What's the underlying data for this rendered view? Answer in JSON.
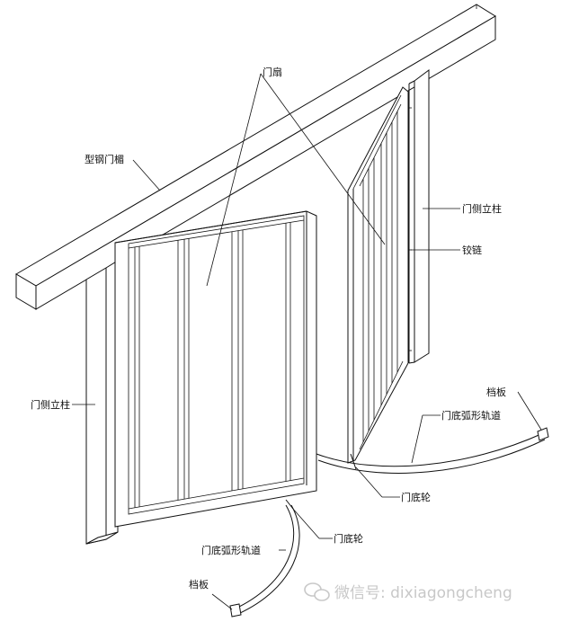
{
  "labels": {
    "door_leaf": "门扇",
    "steel_header": "型钢门楣",
    "side_post_right": "门侧立柱",
    "hinge": "铰链",
    "side_post_left": "门侧立柱",
    "stop_plate_right": "档板",
    "arc_track_right": "门底弧形轨道",
    "bottom_wheel_right": "门底轮",
    "bottom_wheel_left": "门底轮",
    "arc_track_left": "门底弧形轨道",
    "stop_plate_left": "档板"
  },
  "watermark": {
    "text": "微信号: dixiagongcheng",
    "icon": "wechat-icon"
  }
}
